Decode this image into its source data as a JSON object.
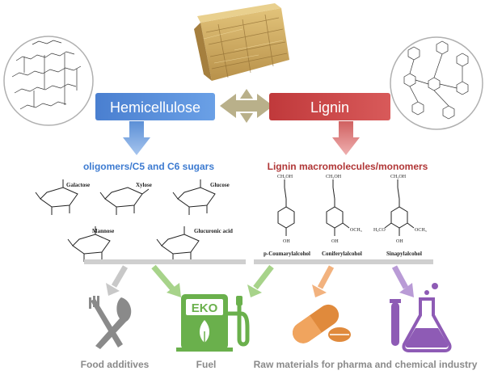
{
  "hemicellulose": {
    "label": "Hemicellulose",
    "color": "#5b8fd6",
    "subtitle": "oligomers/C5 and C6 sugars"
  },
  "lignin": {
    "label": "Lignin",
    "color": "#c84b4b",
    "subtitle": "Lignin macromolecules/monomers"
  },
  "sugars": [
    "Galactose",
    "Xylose",
    "Glucose",
    "Mannose",
    "Glucuronic acid"
  ],
  "monomers": [
    "p-Coumarylalcohol",
    "Coniferylalcohol",
    "Sinapylalcohol"
  ],
  "chem_labels": {
    "ch2oh": "CH₂OH",
    "och3": "OCH₃",
    "oh": "OH",
    "h3co": "H₃CO"
  },
  "icon_text": {
    "eko": "EKO"
  },
  "outputs": {
    "food": "Food additives",
    "fuel": "Fuel",
    "raw": "Raw materials for pharma and chemical industry"
  },
  "colors": {
    "food": "#8a8a8a",
    "fuel": "#6ab04c",
    "raw_orange": "#e08a3c",
    "raw_purple": "#8e5bb5",
    "double_arrow": "#b9b08a"
  }
}
